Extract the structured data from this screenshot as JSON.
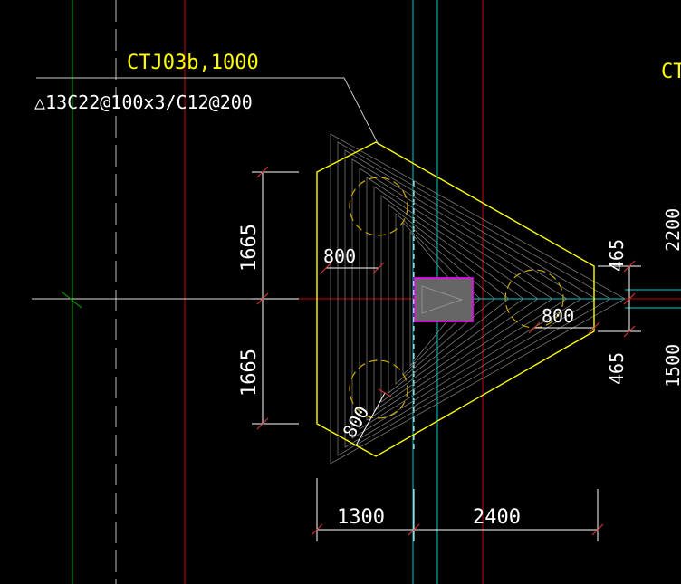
{
  "labels": {
    "title": "CTJ03b,1000",
    "title_right": "CT",
    "rebar": "△13C22@100x3/C12@200"
  },
  "dims": {
    "top_half": "1665",
    "bottom_half": "1665",
    "pile_left_offset": "800",
    "pile_right_offset": "800",
    "pile_bottom_offset": "800",
    "tip_top": "465",
    "tip_bottom": "465",
    "right_edge_top": "2200",
    "right_edge_bottom": "1500",
    "bottom_left": "1300",
    "bottom_right": "2400"
  },
  "colors": {
    "background": "#000000",
    "outline": "#ffff00",
    "dimension": "#ffffff",
    "grid_red": "#cc0000",
    "grid_cyan": "#00cccc",
    "grid_green": "#00aa00",
    "column": "#ff00ff",
    "pile": "#ccaa00",
    "dim_tick": "#cc3333"
  }
}
